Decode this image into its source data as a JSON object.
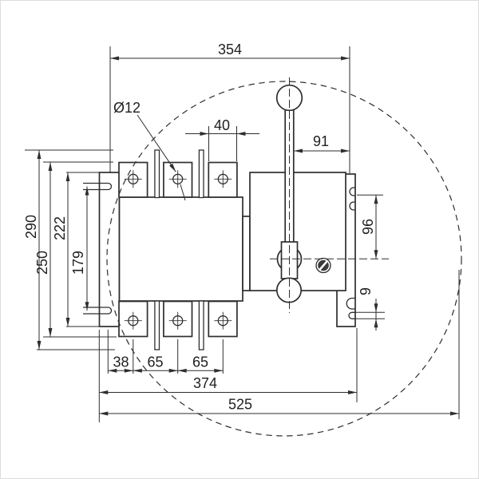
{
  "drawing": {
    "type": "technical-dimension-drawing",
    "subject": "switch-disconnector front view with lever handle and swing envelope",
    "dims": {
      "top_width": "354",
      "hole_diameter": "Ø12",
      "pad_width": "40",
      "handle_to_bracket": "91",
      "overall_height": "290",
      "pad_span_height": "250",
      "bracket_height": "222",
      "slot_pitch_height": "179",
      "right_bracket_height": "96",
      "slot_width": "9",
      "first_pole_offset": "38",
      "pole_pitch_1": "65",
      "pole_pitch_2": "65",
      "mounting_width": "374",
      "handle_swing_diameter": "525"
    }
  }
}
